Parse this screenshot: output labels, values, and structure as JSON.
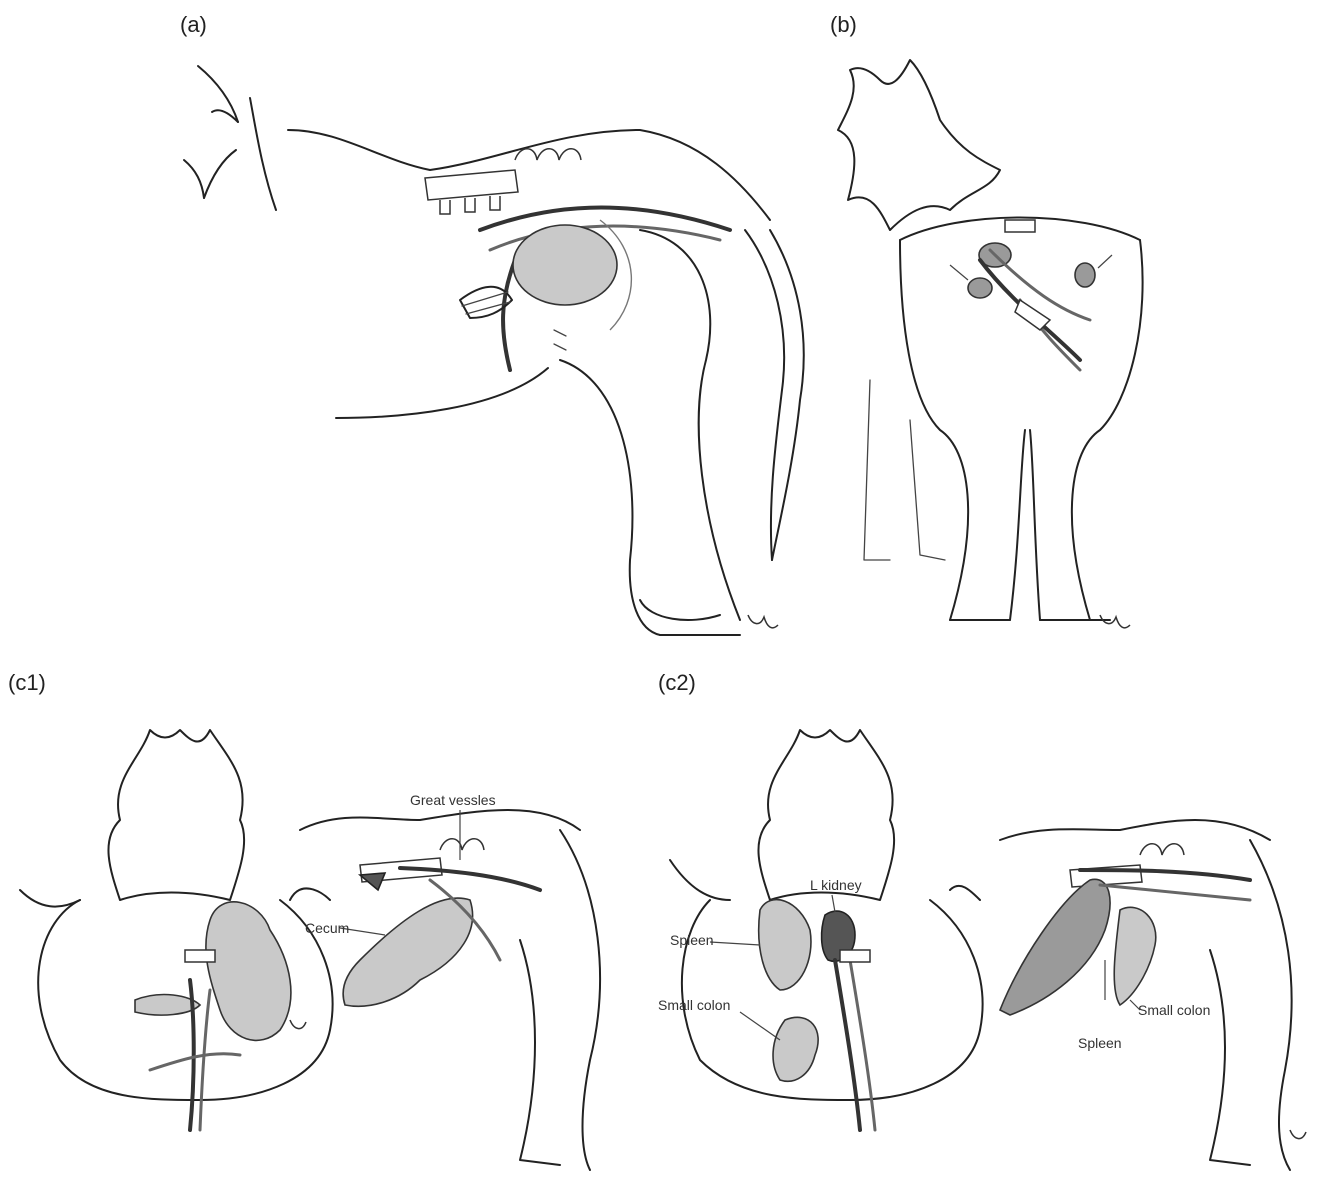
{
  "panels": {
    "a": {
      "label": "(a)"
    },
    "b": {
      "label": "(b)"
    },
    "c1": {
      "label": "(c1)",
      "annotations": {
        "great_vessels": "Great vessles",
        "cecum": "Cecum"
      }
    },
    "c2": {
      "label": "(c2)",
      "annotations": {
        "l_kidney": "L kidney",
        "spleen_left": "Spleen",
        "small_colon_left": "Small colon",
        "small_colon_right": "Small colon",
        "spleen_right": "Spleen"
      }
    }
  },
  "colors": {
    "ink": "#222222",
    "organ_fill": "#c9c9c9",
    "organ_dark": "#555555"
  }
}
